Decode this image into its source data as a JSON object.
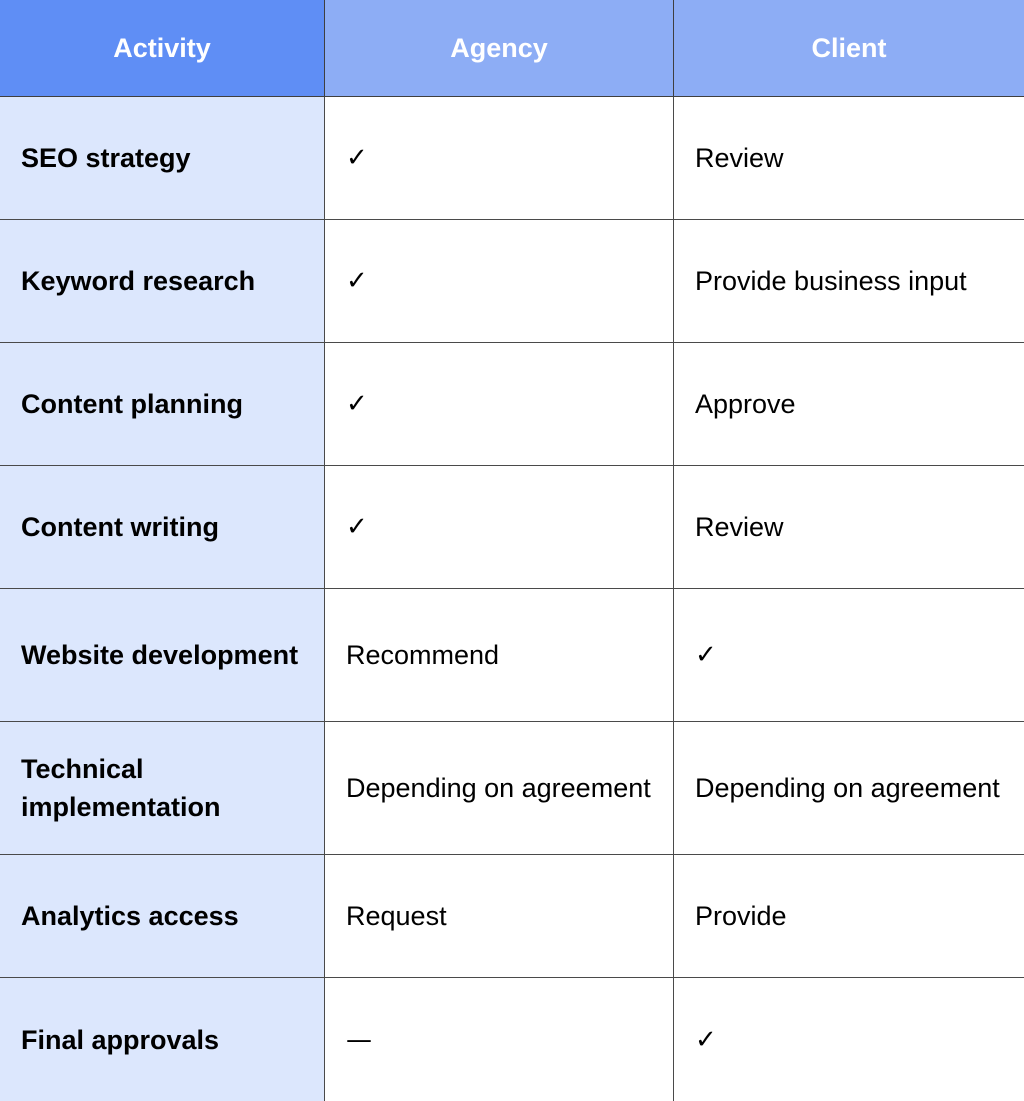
{
  "table": {
    "headers": [
      "Activity",
      "Agency",
      "Client"
    ],
    "rows": [
      {
        "activity": "SEO strategy",
        "agency": "✓",
        "client": "Review"
      },
      {
        "activity": "Keyword research",
        "agency": "✓",
        "client": "Provide business input"
      },
      {
        "activity": "Content planning",
        "agency": "✓",
        "client": "Approve"
      },
      {
        "activity": "Content writing",
        "agency": "✓",
        "client": "Review"
      },
      {
        "activity": "Website development",
        "agency": "Recommend",
        "client": "✓"
      },
      {
        "activity": "Technical implementation",
        "agency": "Depending on agreement",
        "client": "Depending on agreement"
      },
      {
        "activity": "Analytics access",
        "agency": "Request",
        "client": "Provide"
      },
      {
        "activity": "Final approvals",
        "agency": "—",
        "client": "✓"
      }
    ]
  },
  "colors": {
    "header_first": "#5f8ef5",
    "header_other": "#8dadf5",
    "activity_bg": "#dce7fd",
    "border": "#4a4a4a"
  }
}
